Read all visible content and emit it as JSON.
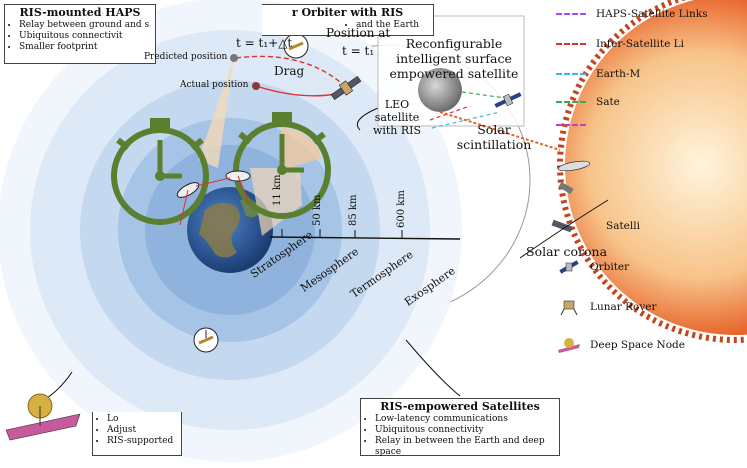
{
  "boxes": {
    "haps": {
      "title": "RIS-mounted HAPS",
      "items": [
        "Relay between ground and s",
        "Ubiquitous connectivit",
        "Smaller footprint"
      ]
    },
    "orbiter": {
      "title": "r Orbiter with RIS",
      "items": [
        "and the Earth"
      ]
    },
    "leo": {
      "title": "",
      "items": [
        "Lo",
        "Adjust",
        "RIS-supported"
      ]
    },
    "satellites": {
      "title": "RIS-empowered Satellites",
      "items": [
        "Low-latency communications",
        "Ubiquitous connectivity",
        "Relay in between the Earth and deep space"
      ]
    }
  },
  "labels": {
    "time_predicted": "t = t₁+△t",
    "predicted_position": "Predicted position",
    "actual_position": "Actual position",
    "drag": "Drag",
    "position_at": "Position at",
    "time_now": "t = t₁",
    "ris_satellite": "Reconfigurable intelligent surface empowered satellite",
    "leo_satellite": "LEO satellite with RIS",
    "solar_scintillation": "Solar scintillation",
    "solar_corona": "Solar corona",
    "alt_0": "11 km",
    "alt_1": "50 km",
    "alt_2": "85 km",
    "alt_3": "600 km",
    "stratosphere": "Stratosphere",
    "mesosphere": "Mesosphere",
    "termosphere": "Termosphere",
    "exosphere": "Exosphere"
  },
  "legend": {
    "links": [
      {
        "label": "HAPS-Satellite Links",
        "color": "#a64dff"
      },
      {
        "label": "Inter-Satellite Li",
        "color": "#e03030"
      },
      {
        "label": "Earth-M",
        "color": "#3cb8d8"
      },
      {
        "label": "Sate",
        "color": "#3aaa5a"
      },
      {
        "label": "",
        "color": "#c040c0"
      }
    ],
    "nodes": [
      {
        "label": "Satelli",
        "icon": "satellite-icon"
      },
      {
        "label": "Orbiter",
        "icon": "orbiter-icon"
      },
      {
        "label": "Lunar Rover",
        "icon": "lunar-rover-icon"
      },
      {
        "label": "Deep Space Node",
        "icon": "deep-space-node-icon"
      }
    ]
  },
  "colors": {
    "clock_green": "#5a7f2e",
    "sun": "#e8632a",
    "atmosphere": "#bcd7ef",
    "earth_ocean": "#2a5fa8"
  }
}
